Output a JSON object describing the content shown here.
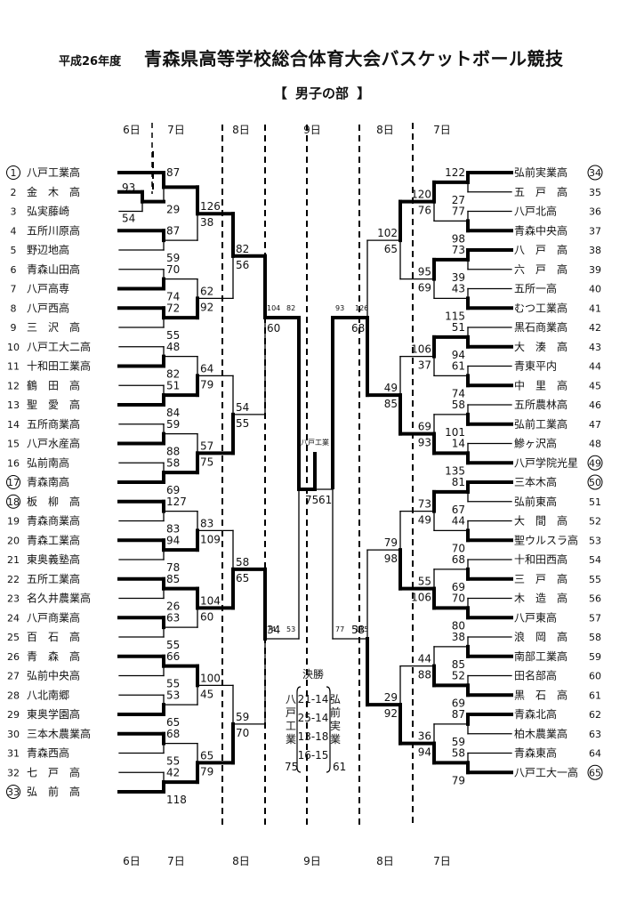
{
  "title": {
    "year": "平成26年度",
    "main": "青森県高等学校総合体育大会バスケットボール競技"
  },
  "division": {
    "open": "【",
    "label": "男子の部",
    "close": "】"
  },
  "day_labels": {
    "top": [
      "6日",
      "7日",
      "8日",
      "9日",
      "8日",
      "7日"
    ],
    "bottom": [
      "6日",
      "7日",
      "8日",
      "9日",
      "8日",
      "7日"
    ]
  },
  "teams_left": [
    {
      "no": "1",
      "name": "八戸工業高",
      "seed": true
    },
    {
      "no": "2",
      "name": "金　木　高",
      "seed": false
    },
    {
      "no": "3",
      "name": "弘実藤崎",
      "seed": false
    },
    {
      "no": "4",
      "name": "五所川原高",
      "seed": false
    },
    {
      "no": "5",
      "name": "野辺地高",
      "seed": false
    },
    {
      "no": "6",
      "name": "青森山田高",
      "seed": false
    },
    {
      "no": "7",
      "name": "八戸高専",
      "seed": false
    },
    {
      "no": "8",
      "name": "八戸西高",
      "seed": false
    },
    {
      "no": "9",
      "name": "三　沢　高",
      "seed": false
    },
    {
      "no": "10",
      "name": "八戸工大二高",
      "seed": false
    },
    {
      "no": "11",
      "name": "十和田工業高",
      "seed": false
    },
    {
      "no": "12",
      "name": "鶴　田　高",
      "seed": false
    },
    {
      "no": "13",
      "name": "聖　愛　高",
      "seed": false
    },
    {
      "no": "14",
      "name": "五所商業高",
      "seed": false
    },
    {
      "no": "15",
      "name": "八戸水産高",
      "seed": false
    },
    {
      "no": "16",
      "name": "弘前南高",
      "seed": false
    },
    {
      "no": "17",
      "name": "青森南高",
      "seed": true
    },
    {
      "no": "18",
      "name": "板　柳　高",
      "seed": true
    },
    {
      "no": "19",
      "name": "青森商業高",
      "seed": false
    },
    {
      "no": "20",
      "name": "青森工業高",
      "seed": false
    },
    {
      "no": "21",
      "name": "東奥義塾高",
      "seed": false
    },
    {
      "no": "22",
      "name": "五所工業高",
      "seed": false
    },
    {
      "no": "23",
      "name": "名久井農業高",
      "seed": false
    },
    {
      "no": "24",
      "name": "八戸商業高",
      "seed": false
    },
    {
      "no": "25",
      "name": "百　石　高",
      "seed": false
    },
    {
      "no": "26",
      "name": "青　森　高",
      "seed": false
    },
    {
      "no": "27",
      "name": "弘前中央高",
      "seed": false
    },
    {
      "no": "28",
      "name": "八北南郷",
      "seed": false
    },
    {
      "no": "29",
      "name": "東奥学園高",
      "seed": false
    },
    {
      "no": "30",
      "name": "三本木農業高",
      "seed": false
    },
    {
      "no": "31",
      "name": "青森西高",
      "seed": false
    },
    {
      "no": "32",
      "name": "七　戸　高",
      "seed": false
    },
    {
      "no": "33",
      "name": "弘　前　高",
      "seed": true
    }
  ],
  "teams_right": [
    {
      "no": "34",
      "name": "弘前実業高",
      "seed": true
    },
    {
      "no": "35",
      "name": "五　戸　高",
      "seed": false
    },
    {
      "no": "36",
      "name": "八戸北高",
      "seed": false
    },
    {
      "no": "37",
      "name": "青森中央高",
      "seed": false
    },
    {
      "no": "38",
      "name": "八　戸　高",
      "seed": false
    },
    {
      "no": "39",
      "name": "六　戸　高",
      "seed": false
    },
    {
      "no": "40",
      "name": "五所一高",
      "seed": false
    },
    {
      "no": "41",
      "name": "むつ工業高",
      "seed": false
    },
    {
      "no": "42",
      "name": "黒石商業高",
      "seed": false
    },
    {
      "no": "43",
      "name": "大　湊　高",
      "seed": false
    },
    {
      "no": "44",
      "name": "青東平内",
      "seed": false
    },
    {
      "no": "45",
      "name": "中　里　高",
      "seed": false
    },
    {
      "no": "46",
      "name": "五所農林高",
      "seed": false
    },
    {
      "no": "47",
      "name": "弘前工業高",
      "seed": false
    },
    {
      "no": "48",
      "name": "鰺ヶ沢高",
      "seed": false
    },
    {
      "no": "49",
      "name": "八戸学院光星",
      "seed": true
    },
    {
      "no": "50",
      "name": "三本木高",
      "seed": true
    },
    {
      "no": "51",
      "name": "弘前東高",
      "seed": false
    },
    {
      "no": "52",
      "name": "大　間　高",
      "seed": false
    },
    {
      "no": "53",
      "name": "聖ウルスラ高",
      "seed": false
    },
    {
      "no": "54",
      "name": "十和田西高",
      "seed": false
    },
    {
      "no": "55",
      "name": "三　戸　高",
      "seed": false
    },
    {
      "no": "56",
      "name": "木　造　高",
      "seed": false
    },
    {
      "no": "57",
      "name": "八戸東高",
      "seed": false
    },
    {
      "no": "58",
      "name": "浪　岡　高",
      "seed": false
    },
    {
      "no": "59",
      "name": "南部工業高",
      "seed": false
    },
    {
      "no": "60",
      "name": "田名部高",
      "seed": false
    },
    {
      "no": "61",
      "name": "黒　石　高",
      "seed": false
    },
    {
      "no": "62",
      "name": "青森北高",
      "seed": false
    },
    {
      "no": "63",
      "name": "柏木農業高",
      "seed": false
    },
    {
      "no": "64",
      "name": "青森東高",
      "seed": false
    },
    {
      "no": "65",
      "name": "八戸工大一高",
      "seed": true
    }
  ],
  "scores_left": {
    "prelim": {
      "team2": "93",
      "team3": "54"
    },
    "r1": [
      [
        "87",
        "29"
      ],
      [
        "87",
        "59"
      ],
      [
        "70",
        "74"
      ],
      [
        "72",
        "55"
      ],
      [
        "48",
        "82"
      ],
      [
        "51",
        "84"
      ],
      [
        "59",
        "88"
      ],
      [
        "58",
        "69"
      ],
      [
        "127",
        "83"
      ],
      [
        "94",
        "78"
      ],
      [
        "85",
        "26"
      ],
      [
        "63",
        "55"
      ],
      [
        "66",
        "55"
      ],
      [
        "53",
        "65"
      ],
      [
        "68",
        "55"
      ],
      [
        "42",
        "118"
      ]
    ],
    "r2": [
      [
        "126",
        "38"
      ],
      [
        "62",
        "92"
      ],
      [
        "64",
        "79"
      ],
      [
        "57",
        "75"
      ],
      [
        "83",
        "109"
      ],
      [
        "104",
        "60"
      ],
      [
        "100",
        "45"
      ],
      [
        "65",
        "79"
      ]
    ],
    "r3": [
      [
        "82",
        "56"
      ],
      [
        "54",
        "55"
      ],
      [
        "58",
        "65"
      ],
      [
        "59",
        "70"
      ]
    ],
    "r4": [
      [
        "104",
        "82"
      ],
      [
        "74",
        "53"
      ]
    ],
    "semi": [
      "60",
      "34"
    ]
  },
  "scores_right": {
    "r1": [
      [
        "122",
        "27"
      ],
      [
        "77",
        "98"
      ],
      [
        "73",
        "39"
      ],
      [
        "43",
        "115"
      ],
      [
        "51",
        "94"
      ],
      [
        "61",
        "74"
      ],
      [
        "58",
        "101"
      ],
      [
        "14",
        "135"
      ],
      [
        "81",
        "67"
      ],
      [
        "44",
        "70"
      ],
      [
        "68",
        "69"
      ],
      [
        "70",
        "80"
      ],
      [
        "38",
        "85"
      ],
      [
        "52",
        "69"
      ],
      [
        "87",
        "59"
      ],
      [
        "58",
        "79"
      ]
    ],
    "r2": [
      [
        "120",
        "76"
      ],
      [
        "95",
        "69"
      ],
      [
        "106",
        "37"
      ],
      [
        "69",
        "93"
      ],
      [
        "73",
        "49"
      ],
      [
        "55",
        "106"
      ],
      [
        "44",
        "88"
      ],
      [
        "36",
        "94"
      ]
    ],
    "r3": [
      [
        "102",
        "65"
      ],
      [
        "49",
        "85"
      ],
      [
        "79",
        "98"
      ],
      [
        "29",
        "92"
      ]
    ],
    "r4": [
      [
        "93",
        "126"
      ],
      [
        "77",
        "115"
      ]
    ],
    "semi": [
      "68",
      "53"
    ]
  },
  "final": {
    "winner_label": "八戸工業",
    "score_left_top": "75",
    "score_right_top": "61",
    "title": "決勝",
    "left_team": "八戸工業",
    "right_team": "弘前実業",
    "periods": [
      "21-14",
      "25-14",
      "13-18",
      "16-15"
    ],
    "total_left": "75",
    "total_right": "61"
  }
}
